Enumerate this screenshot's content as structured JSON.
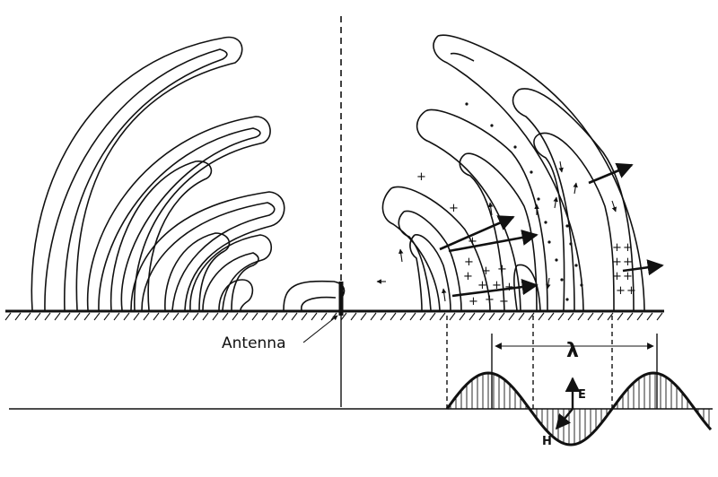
{
  "labels": {
    "antenna": "Antenna",
    "wavelength": "λ",
    "electric_field": "E",
    "magnetic_field": "H"
  },
  "symbols": {
    "plus": "+"
  },
  "colors": {
    "ink": "#111111",
    "background": "#ffffff"
  }
}
